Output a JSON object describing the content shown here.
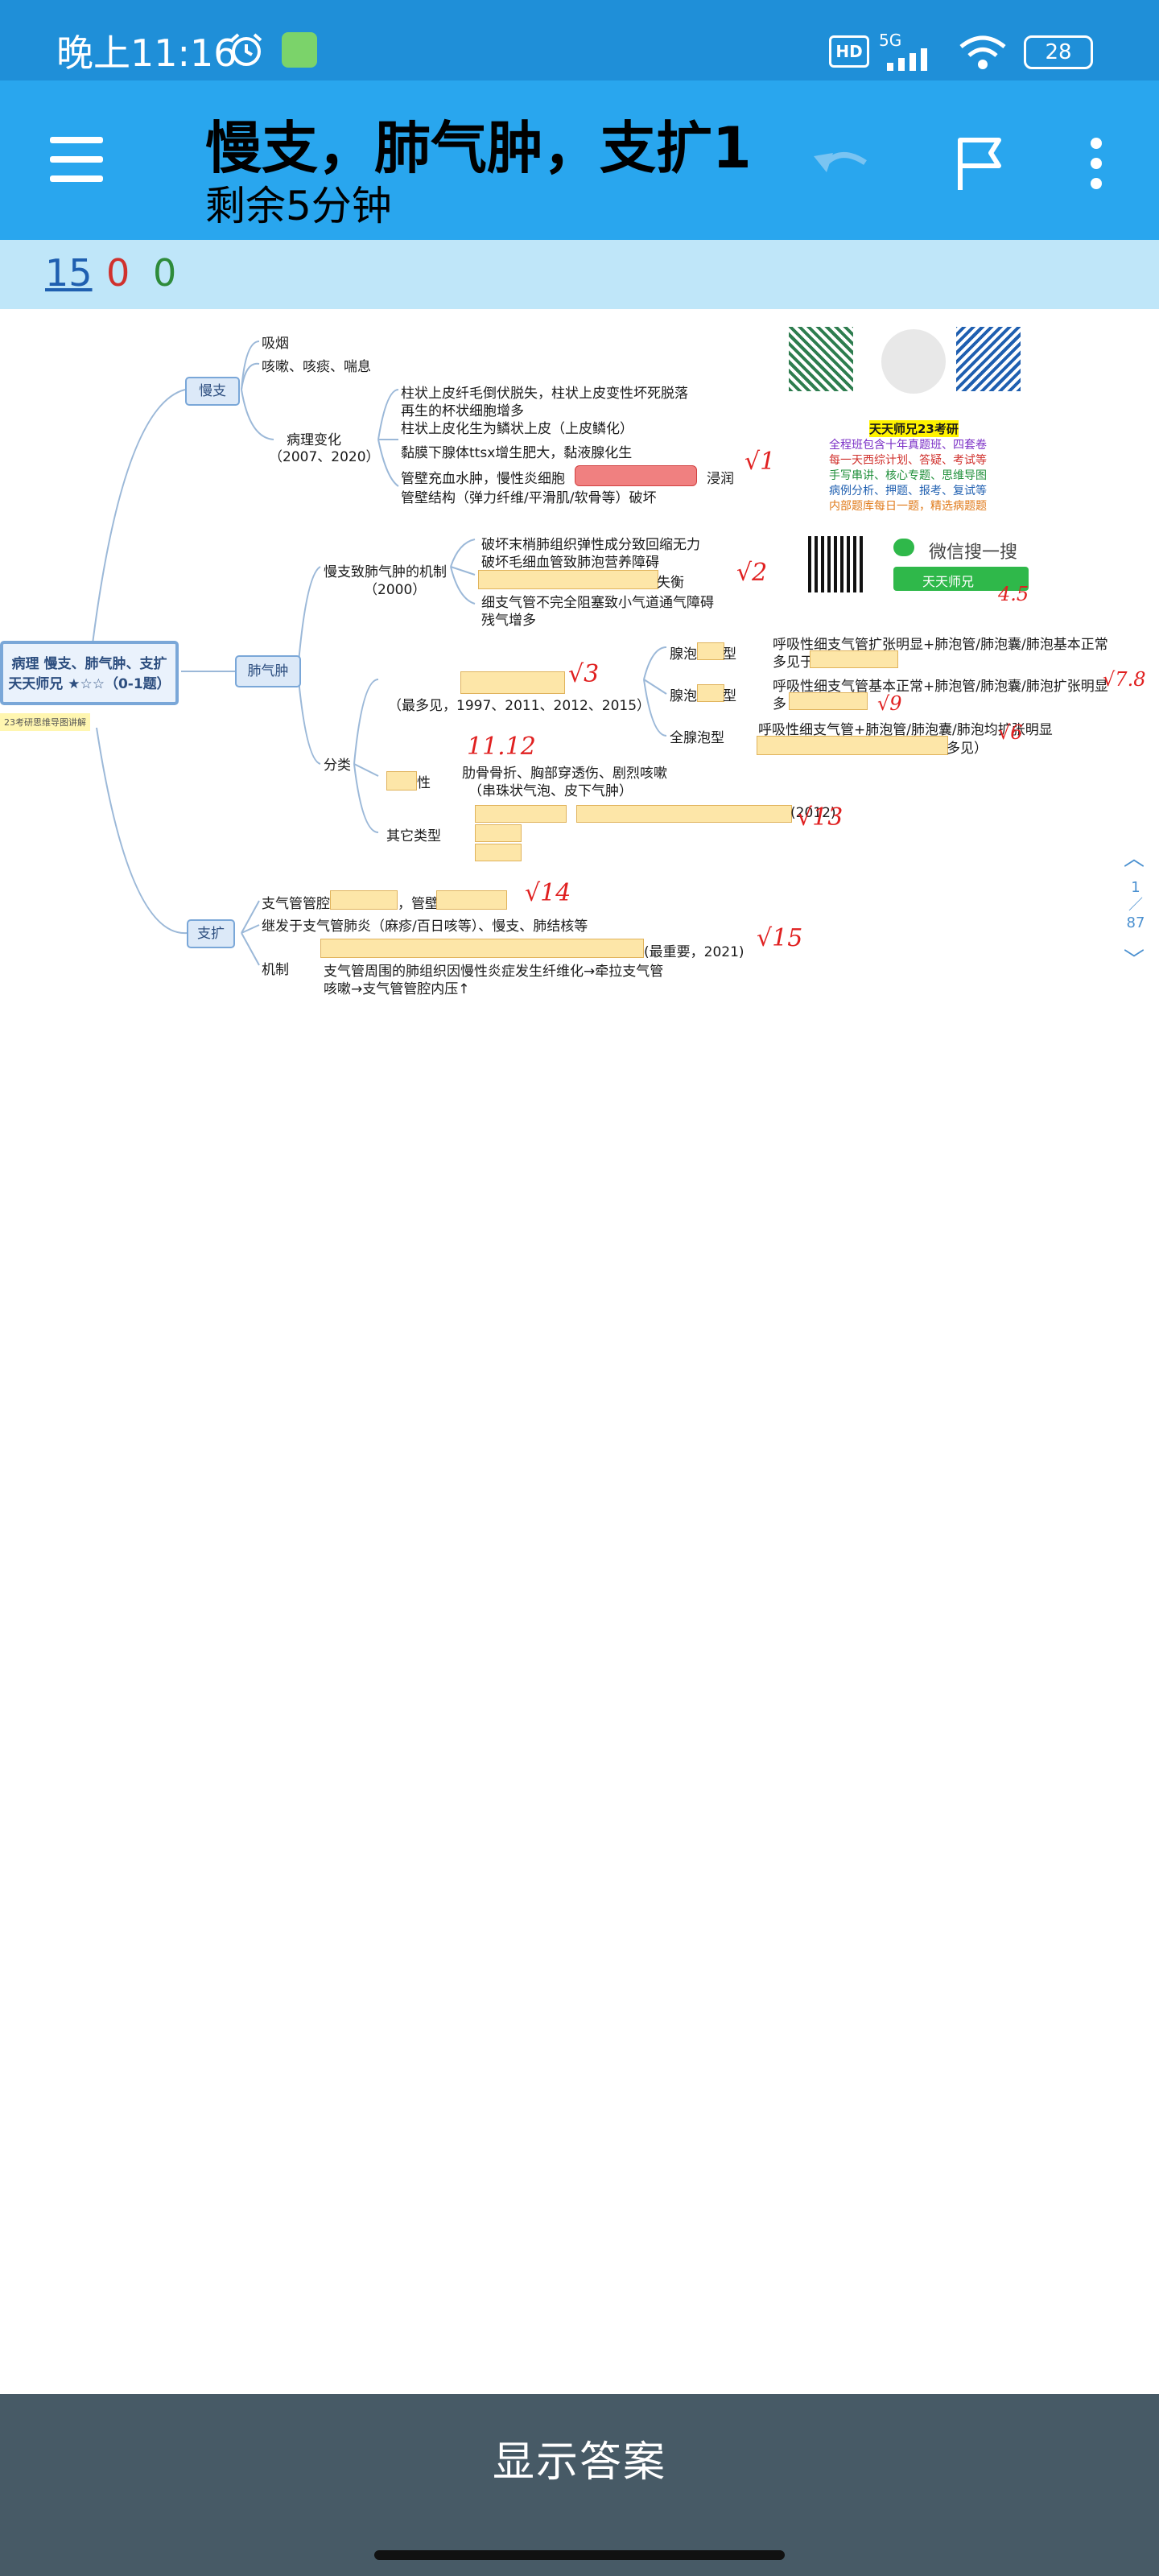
{
  "status_bar": {
    "time": "晚上11:16",
    "hd": "HD",
    "network": "5G",
    "battery": "28"
  },
  "app_bar": {
    "title": "慢支，肺气肿，支扩1",
    "subtitle": "剩余5分钟",
    "icons": [
      "menu-icon",
      "undo-icon",
      "flag-icon",
      "more-icon"
    ]
  },
  "counts": {
    "new": "15",
    "learning": "0",
    "review": "0",
    "colors": {
      "new": "#1f5fb0",
      "learning": "#d0312d",
      "review": "#2e8b3a"
    }
  },
  "mindmap": {
    "root": {
      "line1": "病理 慢支、肺气肿、支扩",
      "line2": "天天师兄 ★☆☆（0-1题）",
      "tag": "23考研思维导图讲解"
    },
    "branch1": {
      "label": "慢支",
      "items": [
        "吸烟",
        "咳嗽、咳痰、喘息"
      ],
      "path_label": "病理变化",
      "path_years": "（2007、2020）",
      "details": [
        "柱状上皮纤毛倒伏脱失，柱状上皮变性坏死脱落",
        "再生的杯状细胞增多",
        "柱状上皮化生为鳞状上皮（上皮鳞化）",
        "黏膜下腺体ttsx增生肥大，黏液腺化生",
        "管壁充血水肿，慢性炎细胞",
        "浸润",
        "管壁结构（弹力纤维/平滑肌/软骨等）破坏"
      ]
    },
    "branch2": {
      "label": "肺气肿",
      "mech_label": "慢支致肺气肿的机制",
      "mech_year": "（2000）",
      "mech": [
        "破坏末梢肺组织弹性成分致回缩无力",
        "破坏毛细血管致肺泡营养障碍",
        "失衡",
        "细支气管不完全阻塞致小气道通气障碍",
        "残气增多"
      ],
      "class_label": "分类",
      "class_years": "（最多见，1997、2011、2012、2015）",
      "types": [
        {
          "name": "腺泡",
          "suffix": "型",
          "desc": "呼吸性细支气管扩张明显+肺泡管/肺泡囊/肺泡基本正常",
          "desc2": "多见于"
        },
        {
          "name": "腺泡",
          "suffix": "型",
          "desc": "呼吸性细支气管基本正常+肺泡管/肺泡囊/肺泡扩张明显",
          "desc2": "多"
        },
        {
          "name": "全腺泡型",
          "suffix": "",
          "desc": "呼吸性细支气管+肺泡管/肺泡囊/肺泡均扩张明显",
          "desc2": "多见）"
        }
      ],
      "interstitial_suffix": "性",
      "interstitial_desc": "肋骨骨折、胸部穿透伤、剧烈咳嗽",
      "interstitial_desc2": "（串珠状气泡、皮下气肿）",
      "other_label": "其它类型",
      "other_year": "(2012)"
    },
    "branch3": {
      "label": "支扩",
      "line1_a": "支气管管腔",
      "line1_b": "，管壁",
      "line2": "继发于支气管肺炎（麻疹/百日咳等）、慢支、肺结核等",
      "mech_label": "机制",
      "mech_tail": "(最重要，2021)",
      "mech2": "支气管周围的肺组织因慢性炎症发生纤维化→牵拉支气管",
      "mech3": "咳嗽→支气管管腔内压↑"
    },
    "promo": {
      "title": "天天师兄23考研",
      "lines": [
        "全程班包含十年真题班、四套卷",
        "每一天西综计划、答疑、考试等",
        "手写串讲、核心专题、思维导图",
        "病例分析、押题、报考、复试等",
        "内部题库每日一题，精选病题题"
      ],
      "line_colors": [
        "#7a2ec6",
        "#d0312d",
        "#1f8f3a",
        "#1f5fb0",
        "#e07a1a"
      ],
      "wechat_label": "微信搜一搜",
      "wechat_search": "天天师兄"
    },
    "annotations": [
      "√1",
      "√2",
      "√3",
      "4.5",
      "√7.8",
      "√9",
      "√6",
      "11.12",
      "√13",
      "√14",
      "√15"
    ]
  },
  "pager": {
    "page": "1",
    "total": "87"
  },
  "bottom": {
    "show_answer": "显示答案"
  }
}
